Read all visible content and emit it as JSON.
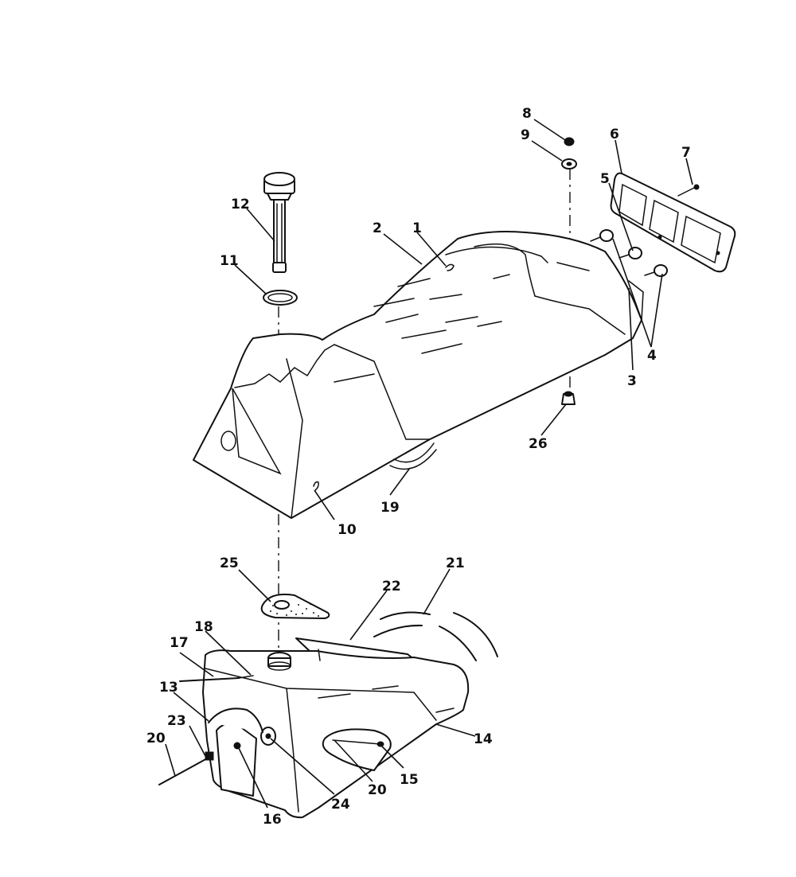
{
  "callouts": [
    {
      "id": "1",
      "label": "1"
    },
    {
      "id": "2",
      "label": "2"
    },
    {
      "id": "3",
      "label": "3"
    },
    {
      "id": "4",
      "label": "4"
    },
    {
      "id": "5",
      "label": "5"
    },
    {
      "id": "6",
      "label": "6"
    },
    {
      "id": "7",
      "label": "7"
    },
    {
      "id": "8",
      "label": "8"
    },
    {
      "id": "9",
      "label": "9"
    },
    {
      "id": "10",
      "label": "10"
    },
    {
      "id": "11",
      "label": "11"
    },
    {
      "id": "12",
      "label": "12"
    },
    {
      "id": "13",
      "label": "13"
    },
    {
      "id": "14",
      "label": "14"
    },
    {
      "id": "15",
      "label": "15"
    },
    {
      "id": "16",
      "label": "16"
    },
    {
      "id": "17",
      "label": "17"
    },
    {
      "id": "18",
      "label": "18"
    },
    {
      "id": "19",
      "label": "19"
    },
    {
      "id": "20a",
      "label": "20"
    },
    {
      "id": "20b",
      "label": "20"
    },
    {
      "id": "21",
      "label": "21"
    },
    {
      "id": "22",
      "label": "22"
    },
    {
      "id": "23",
      "label": "23"
    },
    {
      "id": "24",
      "label": "24"
    },
    {
      "id": "25",
      "label": "25"
    },
    {
      "id": "26",
      "label": "26"
    }
  ]
}
